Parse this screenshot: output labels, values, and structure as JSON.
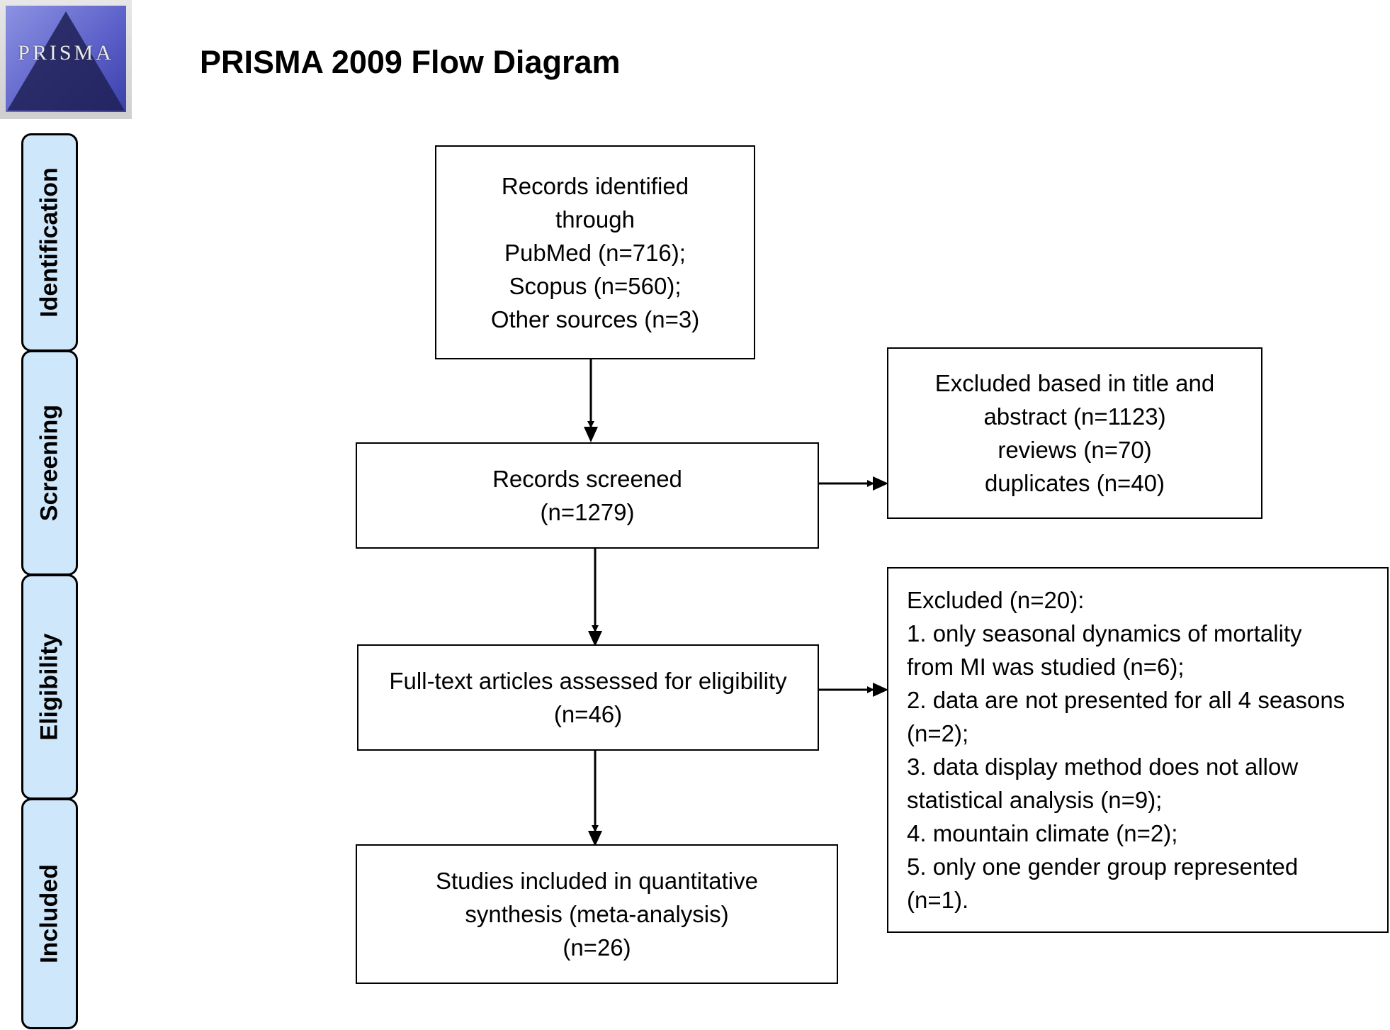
{
  "header": {
    "logo_text": "PRISMA",
    "title": "PRISMA 2009 Flow Diagram"
  },
  "phases": {
    "identification": "Identification",
    "screening": "Screening",
    "eligibility": "Eligibility",
    "included": "Included"
  },
  "boxes": {
    "identified": "Records identified\nthrough\nPubMed (n=716);\nScopus (n=560);\nOther sources (n=3)",
    "screened": "Records screened\n(n=1279)",
    "excluded_title": "Excluded based in title and\nabstract (n=1123)\nreviews (n=70)\nduplicates (n=40)",
    "fulltext": "Full-text articles assessed for eligibility\n(n=46)",
    "excluded_fulltext": "Excluded (n=20):\n1. only seasonal dynamics of mortality\nfrom MI was studied (n=6);\n2. data are not presented for all 4 seasons\n(n=2);\n3. data display method does not allow\nstatistical analysis (n=9);\n4. mountain climate (n=2);\n5.  only one gender group represented\n(n=1).",
    "included": "Studies included in quantitative\nsynthesis (meta-analysis)\n(n=26)"
  }
}
